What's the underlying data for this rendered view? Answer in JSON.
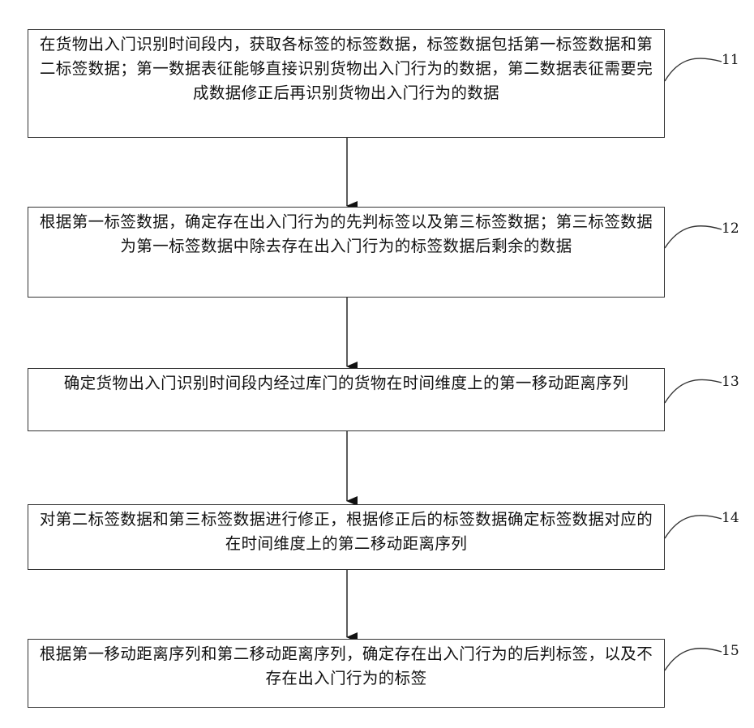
{
  "colors": {
    "line": "#333333",
    "text": "#111111",
    "background": "#ffffff"
  },
  "steps": [
    {
      "label": "11",
      "text": "在货物出入门识别时间段内，获取各标签的标签数据，标签数据包括第一标签数据和第二标签数据；第一数据表征能够直接识别货物出入门行为的数据，第二数据表征需要完成数据修正后再识别货物出入门行为的数据"
    },
    {
      "label": "12",
      "text": "根据第一标签数据，确定存在出入门行为的先判标签以及第三标签数据；第三标签数据为第一标签数据中除去存在出入门行为的标签数据后剩余的数据"
    },
    {
      "label": "13",
      "text": "确定货物出入门识别时间段内经过库门的货物在时间维度上的第一移动距离序列"
    },
    {
      "label": "14",
      "text": "对第二标签数据和第三标签数据进行修正，根据修正后的标签数据确定标签数据对应的在时间维度上的第二移动距离序列"
    },
    {
      "label": "15",
      "text": "根据第一移动距离序列和第二移动距离序列，确定存在出入门行为的后判标签，以及不存在出入门行为的标签"
    }
  ]
}
